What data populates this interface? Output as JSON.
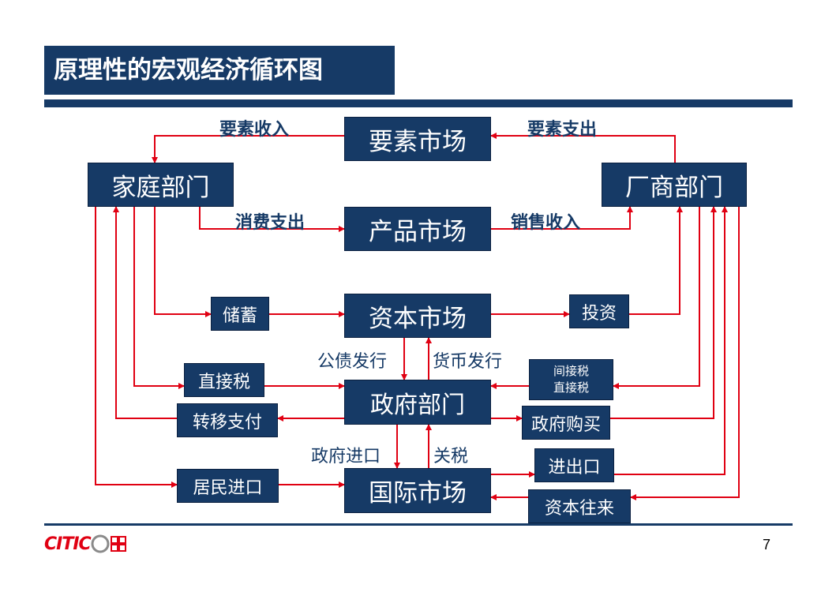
{
  "slide": {
    "title": "原理性的宏观经济循环图",
    "page_number": "7",
    "logo_text": "CITIC"
  },
  "nodes": {
    "factor_market": "要素市场",
    "household": "家庭部门",
    "firm": "厂商部门",
    "product_market": "产品市场",
    "capital_market": "资本市场",
    "savings": "储蓄",
    "investment": "投资",
    "government": "政府部门",
    "direct_tax": "直接税",
    "indirect_direct_tax_1": "间接税",
    "indirect_direct_tax_2": "直接税",
    "transfer_payment": "转移支付",
    "gov_purchase": "政府购买",
    "intl_market": "国际市场",
    "resident_import": "居民进口",
    "import_export": "进出口",
    "capital_flow": "资本往来"
  },
  "labels": {
    "factor_income": "要素收入",
    "factor_expense": "要素支出",
    "consumption": "消费支出",
    "sales_income": "销售收入",
    "bond_issue": "公债发行",
    "money_issue": "货币发行",
    "gov_import": "政府进口",
    "tariff": "关税"
  },
  "colors": {
    "box": "#163a66",
    "arrow": "#e00012",
    "text_label": "#163a66"
  }
}
